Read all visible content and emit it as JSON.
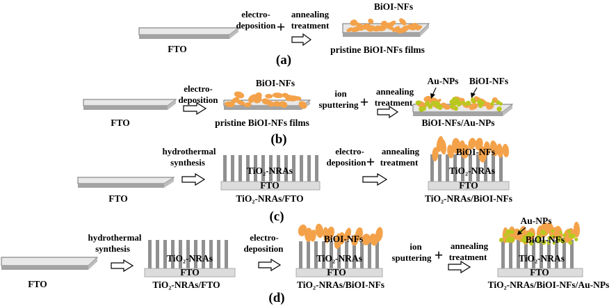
{
  "rows": [
    {
      "label": "(a)",
      "fto": "FTO",
      "step_1_line_1": "electro-",
      "step_1_line_2": "deposition",
      "step_2_line_1": "annealing",
      "step_2_line_2": "treatment",
      "nf_label": "BiOI-NFs",
      "product": "pristine BiOI-NFs films"
    },
    {
      "label": "(b)",
      "fto": "FTO",
      "step_1_line_1": "electro-",
      "step_1_line_2": "deposition",
      "nf_label": "BiOI-NFs",
      "intermediate": "pristine BiOI-NFs films",
      "step_2_line_1": "ion",
      "step_2_line_2": "sputtering",
      "step_3_line_1": "annealing",
      "step_3_line_2": "treatment",
      "np_label": "Au-NPs",
      "nf_label_2": "BiOI-NFs",
      "product": "BiOI-NFs/Au-NPs"
    },
    {
      "label": "(c)",
      "fto": "FTO",
      "step_1_line_1": "hydrothermal",
      "step_1_line_2": "synthesis",
      "nra_label": "TiO₂-NRAs",
      "fto_inner": "FTO",
      "intermediate": "TiO₂-NRAs/FTO",
      "step_2_line_1": "electro-",
      "step_2_line_2": "deposition",
      "step_3_line_1": "annealing",
      "step_3_line_2": "treatment",
      "nf_label": "BiOI-NFs",
      "nra_label_2": "TiO₂-NRAs",
      "fto_inner_2": "FTO",
      "product": "TiO₂-NRAs/BiOI-NFs"
    },
    {
      "label": "(d)",
      "fto": "FTO",
      "step_1_line_1": "hydrothermal",
      "step_1_line_2": "synthesis",
      "nra_label": "TiO₂-NRAs",
      "fto_inner": "FTO",
      "intermediate_1": "TiO₂-NRAs/FTO",
      "step_2_line_1": "electro-",
      "step_2_line_2": "deposition",
      "nf_label": "BiOI-NFs",
      "nra_label_2": "TiO₂-NRAs",
      "fto_inner_2": "FTO",
      "intermediate_2": "TiO₂-NRAs/BiOI-NFs",
      "step_3_line_1": "ion",
      "step_3_line_2": "sputtering",
      "step_4_line_1": "annealing",
      "step_4_line_2": "treatment",
      "np_label": "Au-NPs",
      "nf_label_2": "BiOI-NFs",
      "nra_label_3": "TiO₂-NRAs",
      "fto_inner_3": "FTO",
      "product": "TiO₂-NRAs/BiOI-NFs/Au-NPs"
    }
  ],
  "colors": {
    "substrate_top": "#e8e8e8",
    "substrate_side": "#a3a3a3",
    "nanorod": "#909090",
    "nanoflake": "#f4a24a",
    "gold_particle": "#b9c81f",
    "base_layer": "#dcdcdc"
  }
}
